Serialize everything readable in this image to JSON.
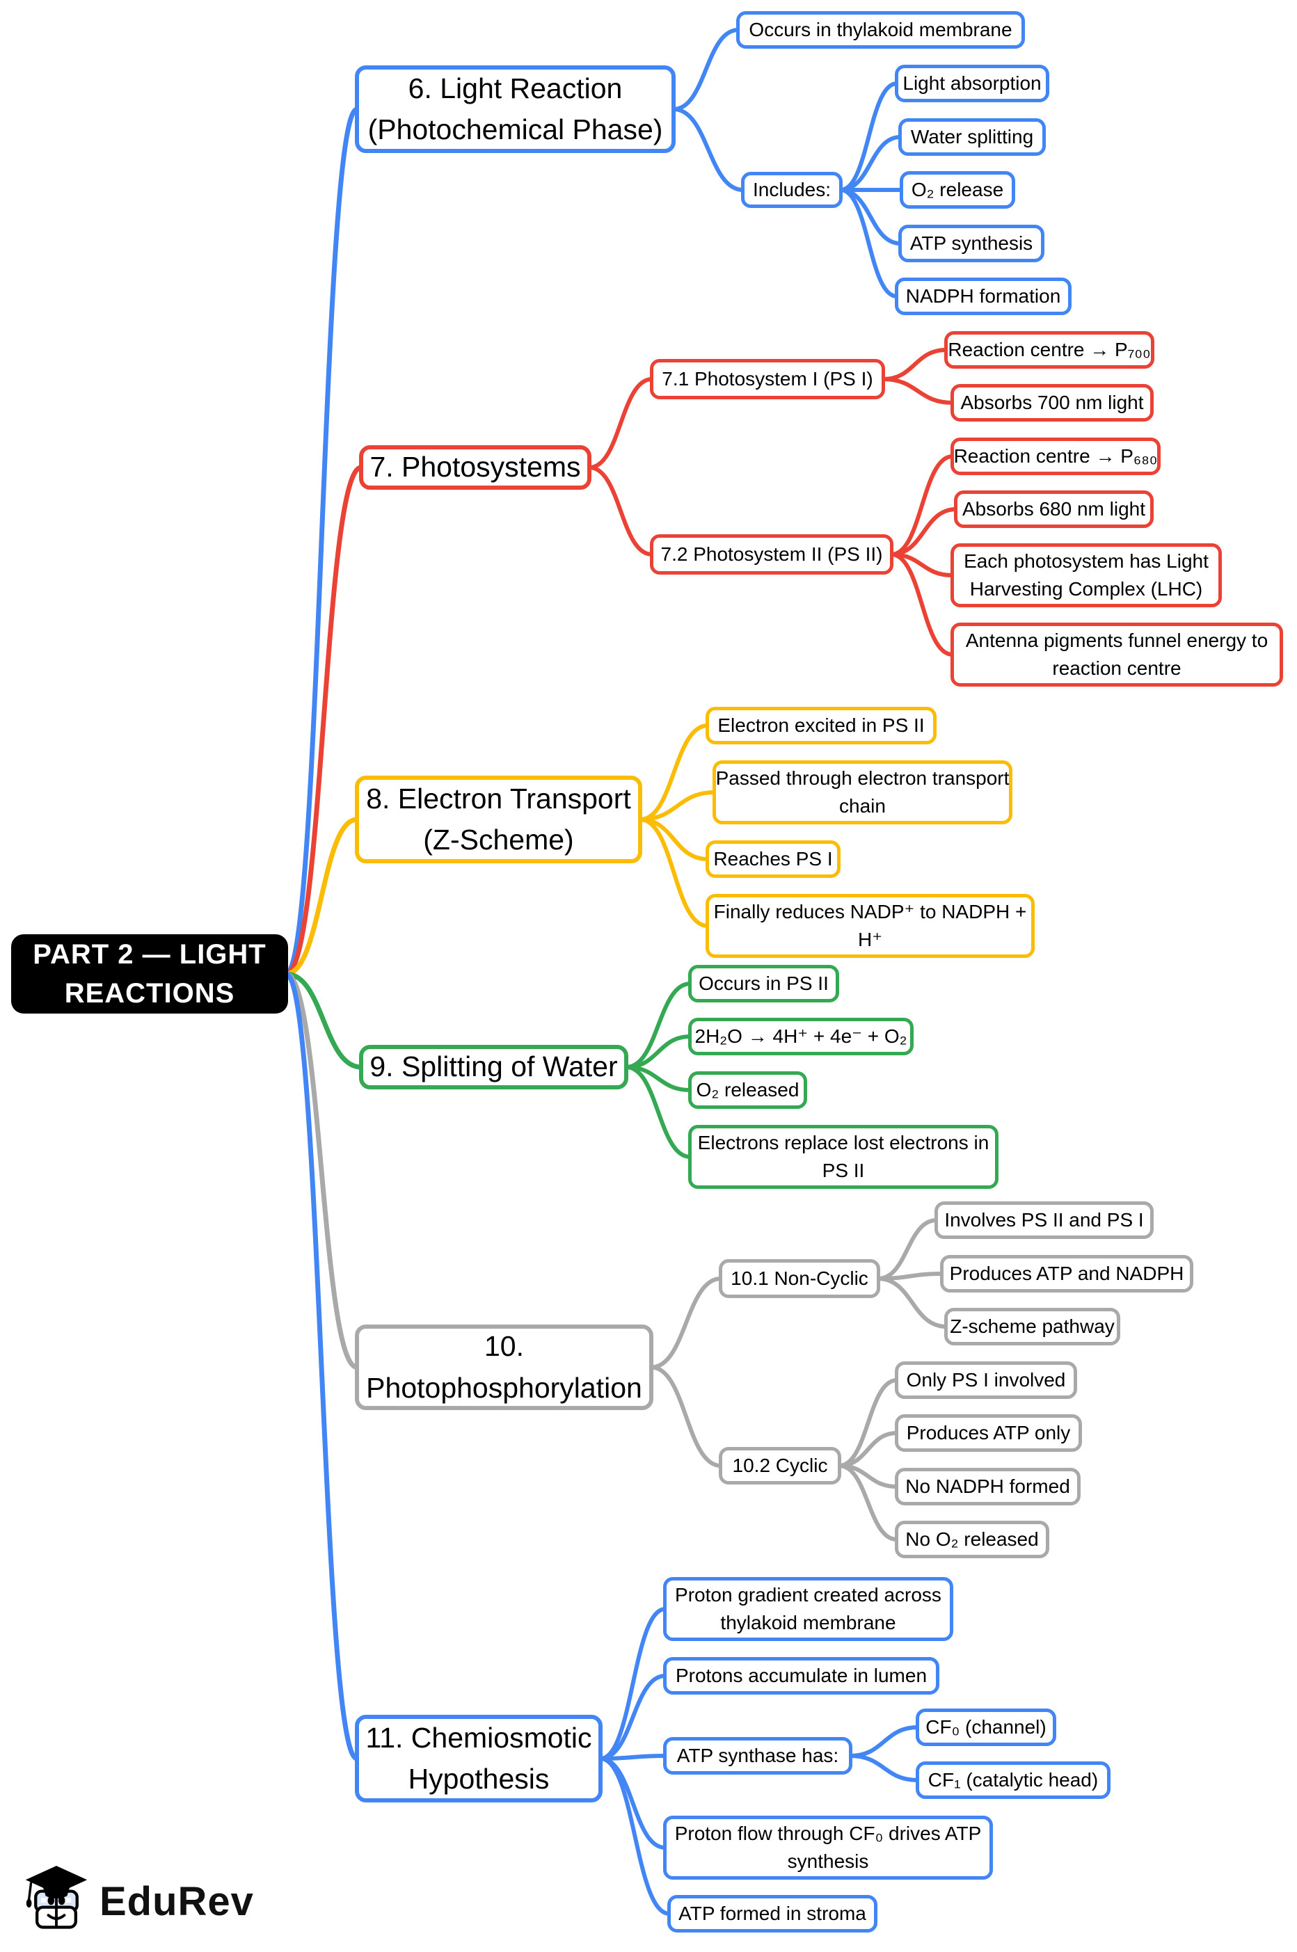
{
  "palette": {
    "blue": "#4285F4",
    "red": "#EA4335",
    "yellow": "#FBBC05",
    "green": "#34A853",
    "gray": "#A9A9A9",
    "root_bg": "#000000",
    "root_text": "#FFFFFF"
  },
  "root": {
    "label": "PART 2 — LIGHT\nREACTIONS"
  },
  "nodes": {
    "b6": {
      "label": "6. Light Reaction\n(Photochemical Phase)"
    },
    "b6c1": {
      "label": "Occurs in thylakoid membrane"
    },
    "b6c2": {
      "label": "Includes:"
    },
    "b6c2a": {
      "label": "Light absorption"
    },
    "b6c2b": {
      "label": "Water splitting"
    },
    "b6c2c": {
      "label": "O₂ release"
    },
    "b6c2d": {
      "label": "ATP synthesis"
    },
    "b6c2e": {
      "label": "NADPH formation"
    },
    "b7": {
      "label": "7. Photosystems"
    },
    "b7s1": {
      "label": "7.1 Photosystem I (PS I)"
    },
    "b7s1a": {
      "label": "Reaction centre → P₇₀₀"
    },
    "b7s1b": {
      "label": "Absorbs 700 nm light"
    },
    "b7s2": {
      "label": "7.2 Photosystem II (PS II)"
    },
    "b7s2a": {
      "label": "Reaction centre → P₆₈₀"
    },
    "b7s2b": {
      "label": "Absorbs 680 nm light"
    },
    "b7s2c": {
      "label": "Each photosystem has Light\nHarvesting Complex (LHC)"
    },
    "b7s2d": {
      "label": "Antenna pigments funnel energy to\nreaction centre"
    },
    "b8": {
      "label": "8. Electron Transport\n(Z-Scheme)"
    },
    "b8c1": {
      "label": "Electron excited in PS II"
    },
    "b8c2": {
      "label": "Passed through electron transport\nchain"
    },
    "b8c3": {
      "label": "Reaches PS I"
    },
    "b8c4": {
      "label": "Finally reduces NADP⁺ to NADPH +\nH⁺"
    },
    "b9": {
      "label": "9. Splitting of Water"
    },
    "b9c1": {
      "label": "Occurs in PS II"
    },
    "b9c2": {
      "label": "2H₂O → 4H⁺ + 4e⁻ + O₂"
    },
    "b9c3": {
      "label": "O₂ released"
    },
    "b9c4": {
      "label": "Electrons replace lost electrons in\nPS II"
    },
    "b10": {
      "label": "10.\nPhotophosphorylation"
    },
    "b10s1": {
      "label": "10.1 Non-Cyclic"
    },
    "b10s1a": {
      "label": "Involves PS II and PS I"
    },
    "b10s1b": {
      "label": "Produces ATP and NADPH"
    },
    "b10s1c": {
      "label": "Z-scheme pathway"
    },
    "b10s2": {
      "label": "10.2 Cyclic"
    },
    "b10s2a": {
      "label": "Only PS I involved"
    },
    "b10s2b": {
      "label": "Produces ATP only"
    },
    "b10s2c": {
      "label": "No NADPH formed"
    },
    "b10s2d": {
      "label": "No O₂ released"
    },
    "b11": {
      "label": "11. Chemiosmotic\nHypothesis"
    },
    "b11c1": {
      "label": "Proton gradient created across\nthylakoid membrane"
    },
    "b11c2": {
      "label": "Protons accumulate in lumen"
    },
    "b11c3": {
      "label": "ATP synthase has:"
    },
    "b11c3a": {
      "label": "CF₀ (channel)"
    },
    "b11c3b": {
      "label": "CF₁ (catalytic head)"
    },
    "b11c4": {
      "label": "Proton flow through CF₀ drives ATP\nsynthesis"
    },
    "b11c5": {
      "label": "ATP formed in stroma"
    }
  },
  "logo": {
    "brand": "EduRev"
  }
}
